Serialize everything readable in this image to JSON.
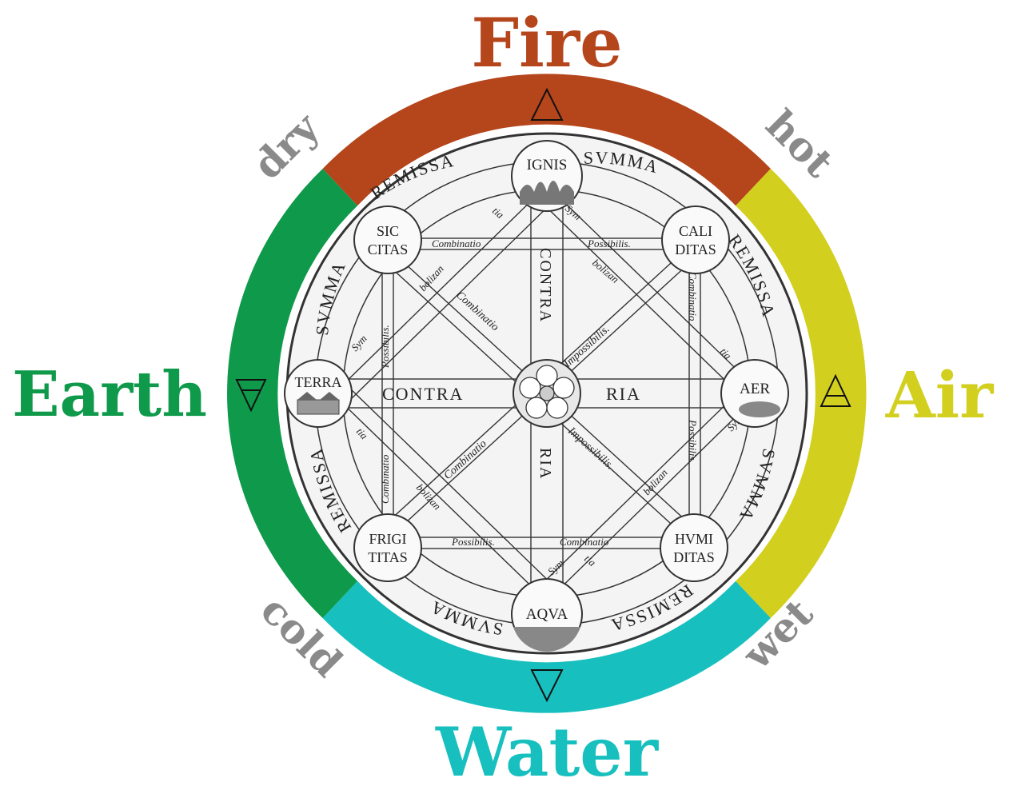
{
  "elements": {
    "fire": {
      "label": "Fire",
      "color": "#b5451b",
      "symbol": "triangle-up-icon"
    },
    "air": {
      "label": "Air",
      "color": "#d2cf1f",
      "symbol": "triangle-up-bar-icon"
    },
    "water": {
      "label": "Water",
      "color": "#17bfbf",
      "symbol": "triangle-down-icon"
    },
    "earth": {
      "label": "Earth",
      "color": "#0e9a4a",
      "symbol": "triangle-down-bar-icon"
    }
  },
  "qualities": {
    "dry": "dry",
    "hot": "hot",
    "cold": "cold",
    "wet": "wet"
  },
  "engraving": {
    "nodes": {
      "ignis": "IGNIS",
      "aer": "AER",
      "aqua": "AQVA",
      "terra": "TERRA",
      "siccitas_1": "SIC",
      "siccitas_2": "CITAS",
      "caliditas_1": "CALI",
      "caliditas_2": "DITAS",
      "frigiditas_1": "FRIGI",
      "frigiditas_2": "TITAS",
      "humiditas_1": "HVMI",
      "humiditas_2": "DITAS"
    },
    "ring_words": {
      "remissa": "REMISSA",
      "summa": "SVMMA"
    },
    "center": {
      "contra": "CONTRA",
      "ria": "RIA"
    },
    "bar_words": {
      "combinatio": "Combinatio",
      "possibilis": "Possibilis.",
      "impossibilis": "Impossibilis.",
      "sym": "Sym",
      "bolizan": "bolizan",
      "tia": "tia"
    }
  }
}
